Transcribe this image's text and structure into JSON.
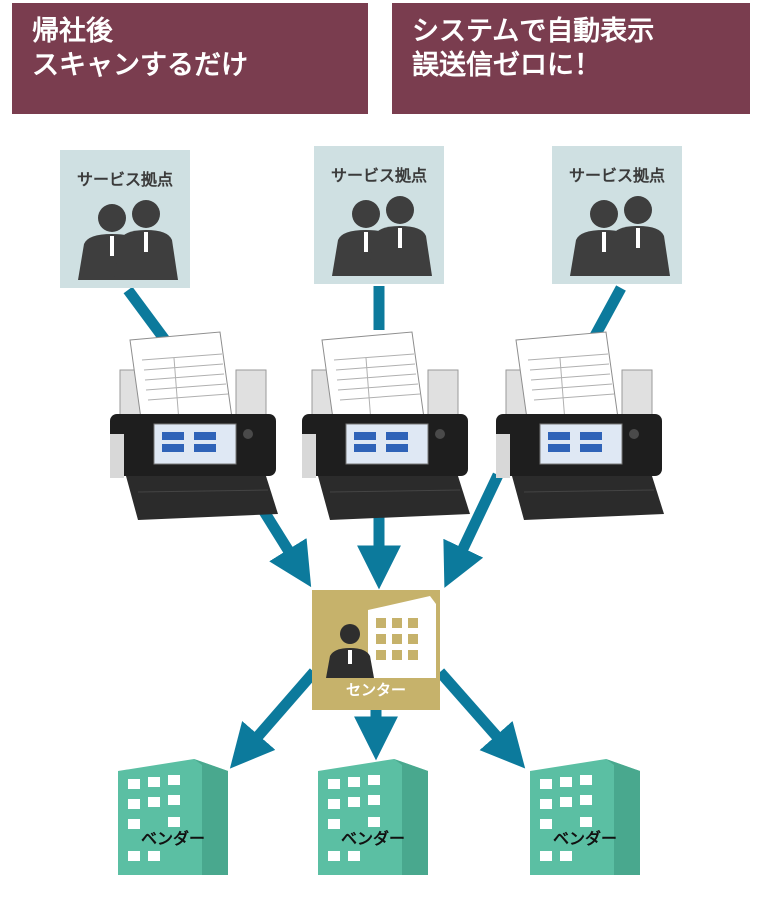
{
  "banners": {
    "left": [
      "帰社後",
      "スキャンするだけ"
    ],
    "right": [
      "システムで自動表示",
      "誤送信ゼロに！"
    ]
  },
  "sites": [
    {
      "label": "サービス拠点"
    },
    {
      "label": "サービス拠点"
    },
    {
      "label": "サービス拠点"
    }
  ],
  "center": {
    "label": "センター"
  },
  "vendors": [
    {
      "label": "ベンダー"
    },
    {
      "label": "ベンダー"
    },
    {
      "label": "ベンダー"
    }
  ],
  "colors": {
    "banner": "#7a3d4f",
    "site_box": "#cfe0e2",
    "arrow": "#0c7a9c",
    "center_box": "#c6b26b",
    "vendor_building": "#5bbfa3"
  },
  "icons": {
    "site": "two-people-icon",
    "scanner": "document-scanner-icon",
    "center": "office-person-building-icon",
    "vendor": "building-icon"
  }
}
